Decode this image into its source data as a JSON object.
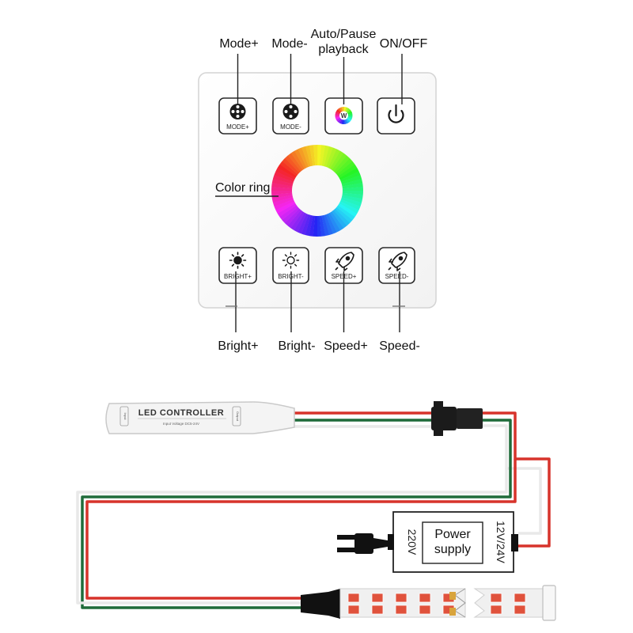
{
  "callouts": {
    "mode_plus": "Mode+",
    "mode_minus": "Mode-",
    "auto_pause_line1": "Auto/Pause",
    "auto_pause_line2": "playback",
    "on_off": "ON/OFF",
    "color_ring": "Color ring",
    "bright_plus": "Bright+",
    "bright_minus": "Bright-",
    "speed_plus": "Speed+",
    "speed_minus": "Speed-"
  },
  "panel": {
    "buttons_top": [
      {
        "caption": "MODE+",
        "icon": "dot-cluster-icon"
      },
      {
        "caption": "MODE-",
        "icon": "dot-cluster-icon"
      },
      {
        "caption": "W",
        "icon": "rgb-wheel-icon"
      },
      {
        "caption": "",
        "icon": "power-icon"
      }
    ],
    "buttons_bottom": [
      {
        "caption": "BRIGHT+",
        "icon": "sun-icon"
      },
      {
        "caption": "BRIGHT-",
        "icon": "sun-outline-icon"
      },
      {
        "caption": "SPEED+",
        "icon": "rocket-icon"
      },
      {
        "caption": "SPEED-",
        "icon": "rocket-icon"
      }
    ]
  },
  "controller": {
    "title": "LED CONTROLLER",
    "subtitle": "Input Voltage DC5-24V",
    "input_tag": "Input",
    "output_tag": "Output"
  },
  "power_supply": {
    "left_text": "220V",
    "center_line1": "Power",
    "center_line2": "supply",
    "right_text": "12V/24V"
  },
  "colors": {
    "wire_red": "#d7332b",
    "wire_green": "#1f6b3a",
    "wire_white": "#e9e9e9",
    "strip_led": "#e0523c",
    "strip_gold": "#d9a43c"
  }
}
